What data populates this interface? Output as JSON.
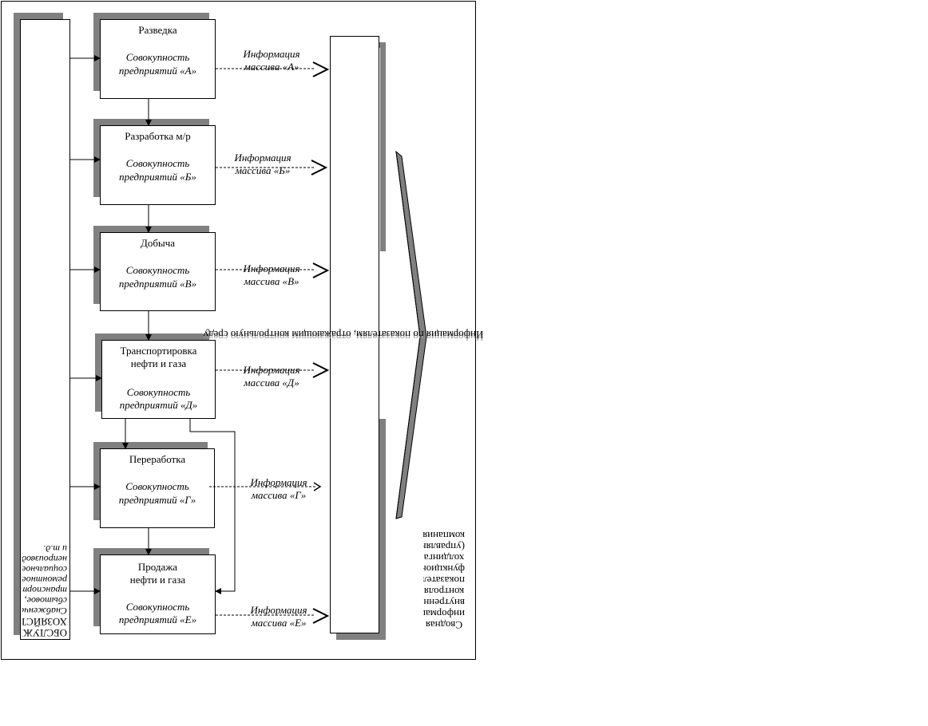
{
  "diagram": {
    "left_column_text": {
      "main": "ОБСЛУЖИВАЮЩИЕ ХОЗЯЙСТВА",
      "detail": "Снабженческо-сбытовое, транспортное, ремонтное, социальное, непроизводственное и т.д."
    },
    "stages": [
      {
        "title": "Разведка",
        "subtitle_1": "Совокупность",
        "subtitle_2": "предприятий «А»",
        "info_1": "Информация",
        "info_2": "массива «А»"
      },
      {
        "title": "Разработка м/р",
        "subtitle_1": "Совокупность",
        "subtitle_2": "предприятий «Б»",
        "info_1": "Информация",
        "info_2": "массива «Б»"
      },
      {
        "title": "Добыча",
        "subtitle_1": "Совокупность",
        "subtitle_2": "предприятий «В»",
        "info_1": "Информация",
        "info_2": "массива «В»"
      },
      {
        "title": "Транспортировка нефти и газа",
        "subtitle_1": "Совокупность",
        "subtitle_2": "предприятий «Д»",
        "info_1": "Информация",
        "info_2": "массива «Д»"
      },
      {
        "title": "Переработка",
        "subtitle_1": "Совокупность",
        "subtitle_2": "предприятий «Г»",
        "info_1": "Информация",
        "info_2": "массива «Г»"
      },
      {
        "title": "Продажа нефти и газа",
        "subtitle_1": "Совокупность",
        "subtitle_2": "предприятий «Е»",
        "info_1": "Информация",
        "info_2": "массива «Е»"
      }
    ],
    "collector_text": "Информация по показателям, отражающим контрольную среду",
    "right_text": "Сводная информация внутреннего контроля показателей функционирования холдинга (управляющая компания)"
  }
}
